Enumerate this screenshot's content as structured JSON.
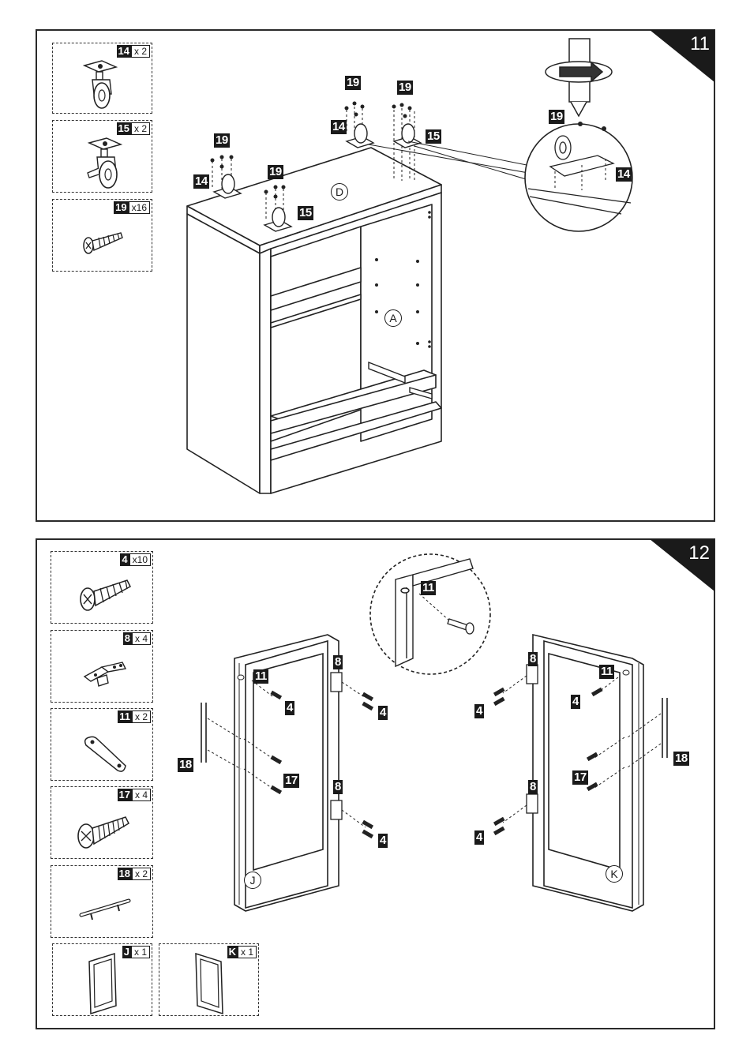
{
  "step11": {
    "number": "11",
    "parts": [
      {
        "id": "14",
        "qty": "x 2",
        "icon": "swivel-caster"
      },
      {
        "id": "15",
        "qty": "x 2",
        "icon": "locking-caster"
      },
      {
        "id": "19",
        "qty": "x16",
        "icon": "screw"
      }
    ],
    "callouts": {
      "c19a": "19",
      "c14a": "14",
      "c19b": "19",
      "c15a": "15",
      "c19c": "19",
      "c14b": "14",
      "c19d": "19",
      "c15b": "15",
      "c19e": "19",
      "c14c": "14"
    },
    "panel_labels": {
      "D": "D",
      "A": "A"
    }
  },
  "step12": {
    "number": "12",
    "parts": [
      {
        "id": "4",
        "qty": "x10",
        "icon": "wood-screw"
      },
      {
        "id": "8",
        "qty": "x 4",
        "icon": "hinge-plate"
      },
      {
        "id": "11",
        "qty": "x 2",
        "icon": "door-stopper"
      },
      {
        "id": "17",
        "qty": "x 4",
        "icon": "machine-screw"
      },
      {
        "id": "18",
        "qty": "x 2",
        "icon": "bar-handle"
      },
      {
        "id": "J",
        "qty": "x 1",
        "icon": "door-frame-left"
      },
      {
        "id": "K",
        "qty": "x 1",
        "icon": "door-frame-right"
      }
    ],
    "callouts": {
      "zoom11": "11",
      "L8a": "8",
      "L4a": "4",
      "L8b": "8",
      "L4b": "4",
      "L11": "11",
      "L4c": "4",
      "L17": "17",
      "L18": "18",
      "R8a": "8",
      "R4a": "4",
      "R8b": "8",
      "R4b": "4",
      "R11": "11",
      "R4c": "4",
      "R17": "17",
      "R18": "18"
    },
    "panel_labels": {
      "J": "J",
      "K": "K"
    }
  }
}
